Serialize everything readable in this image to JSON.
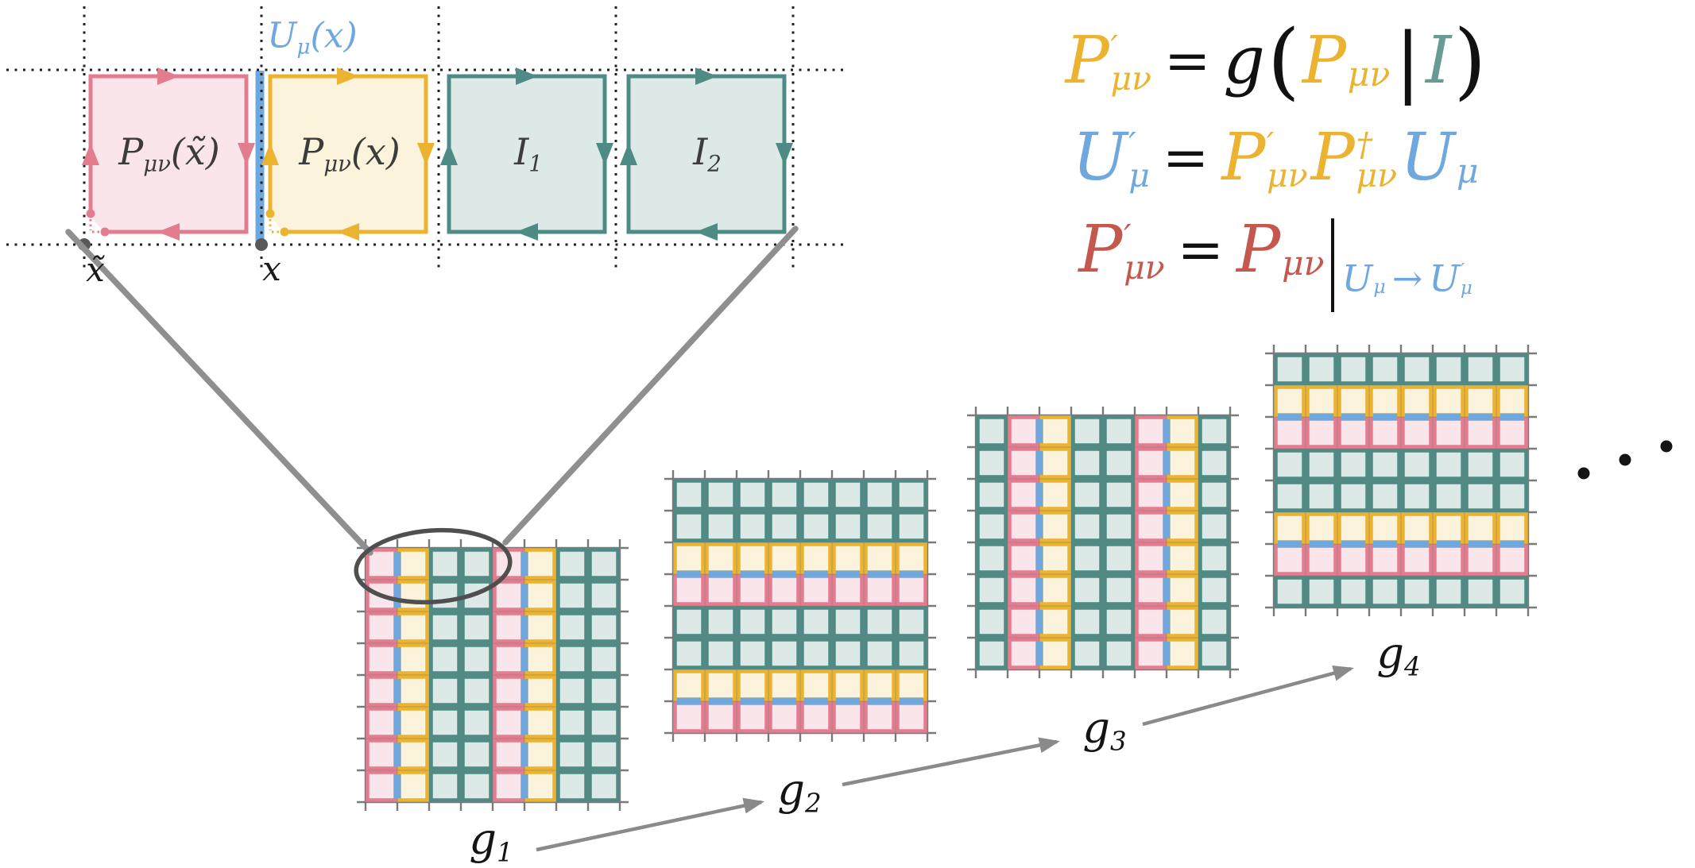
{
  "figure": {
    "inset": {
      "plaquettes": [
        {
          "id": "P-tilde",
          "base": "P",
          "sub": "μν",
          "arg": "(x̃)",
          "color_key": "pink"
        },
        {
          "id": "P",
          "base": "P",
          "sub": "μν",
          "arg": "(x)",
          "color_key": "yellow"
        },
        {
          "id": "I1",
          "base": "I",
          "sub": "1",
          "arg": "",
          "color_key": "teal"
        },
        {
          "id": "I2",
          "base": "I",
          "sub": "2",
          "arg": "",
          "color_key": "teal"
        }
      ],
      "link_label": {
        "base": "U",
        "sub": "μ",
        "arg": "(x)"
      },
      "site_labels": [
        "x̃",
        "x"
      ]
    },
    "equations": [
      {
        "name": "masking",
        "tokens": [
          {
            "k": "v",
            "b": "P",
            "sup": "′",
            "sub": "μν",
            "c": "yellow"
          },
          {
            "k": "o",
            "t": "="
          },
          {
            "k": "f",
            "t": "g"
          },
          {
            "k": "d",
            "t": "("
          },
          {
            "k": "v",
            "b": "P",
            "sub": "μν",
            "c": "yellow"
          },
          {
            "k": "bar",
            "t": "|"
          },
          {
            "k": "v",
            "b": "I",
            "c": "teal_eq"
          },
          {
            "k": "d",
            "t": ")"
          }
        ]
      },
      {
        "name": "link-update",
        "tokens": [
          {
            "k": "v",
            "b": "U",
            "sup": "′",
            "sub": "μ",
            "c": "blue"
          },
          {
            "k": "o",
            "t": "="
          },
          {
            "k": "v",
            "b": "P",
            "sup": "′",
            "sub": "μν",
            "c": "yellow"
          },
          {
            "k": "v",
            "b": "P",
            "sup": "†",
            "sub": "μν",
            "c": "yellow"
          },
          {
            "k": "v",
            "b": "U",
            "sub": "μ",
            "c": "blue"
          }
        ]
      },
      {
        "name": "plaquette-update",
        "tokens": [
          {
            "k": "v",
            "b": "P",
            "sup": "′",
            "sub": "μν",
            "c": "red"
          },
          {
            "k": "o",
            "t": "="
          },
          {
            "k": "v",
            "b": "P",
            "sub": "μν",
            "c": "red"
          },
          {
            "k": "bigbar"
          },
          {
            "k": "g",
            "c": "blue",
            "items": [
              {
                "k": "v",
                "b": "U",
                "sub": "μ",
                "c": "blue"
              },
              {
                "k": "o",
                "t": "→",
                "c": "blue"
              },
              {
                "k": "v",
                "b": "U",
                "sup": "′",
                "sub": "μ",
                "c": "blue"
              }
            ]
          }
        ]
      }
    ],
    "grids": [
      {
        "label_base": "g",
        "label_sub": "1",
        "orientation": "columns",
        "stripes": [
          "P",
          "Y",
          "T",
          "T",
          "P",
          "Y",
          "T",
          "T"
        ]
      },
      {
        "label_base": "g",
        "label_sub": "2",
        "orientation": "rows",
        "stripes": [
          "T",
          "T",
          "Y",
          "P",
          "T",
          "T",
          "Y",
          "P"
        ]
      },
      {
        "label_base": "g",
        "label_sub": "3",
        "orientation": "columns",
        "stripes": [
          "T",
          "P",
          "Y",
          "T",
          "T",
          "P",
          "Y",
          "T"
        ]
      },
      {
        "label_base": "g",
        "label_sub": "4",
        "orientation": "rows",
        "stripes": [
          "T",
          "Y",
          "P",
          "T",
          "T",
          "Y",
          "P",
          "T"
        ]
      }
    ],
    "continuation_dots": 3,
    "colors": {
      "pink": "#E37C8F",
      "pink_fill": "#FAE6EA",
      "yellow": "#EBB32F",
      "yellow_fill": "#FCF3DC",
      "teal": "#4E8B85",
      "teal_fill": "#DDE9E6",
      "blue": "#6FA8DE",
      "teal_eq": "#679B94",
      "red": "#C4574E",
      "black": "#111111",
      "lattice": "#1F1F1F",
      "grid_line": "#7A7A7A",
      "arrow": "#8A8A8A",
      "ellipse": "#4F4F4F",
      "site": "#595959",
      "dot": "#141414",
      "label_dark": "#3c3c3c"
    }
  }
}
